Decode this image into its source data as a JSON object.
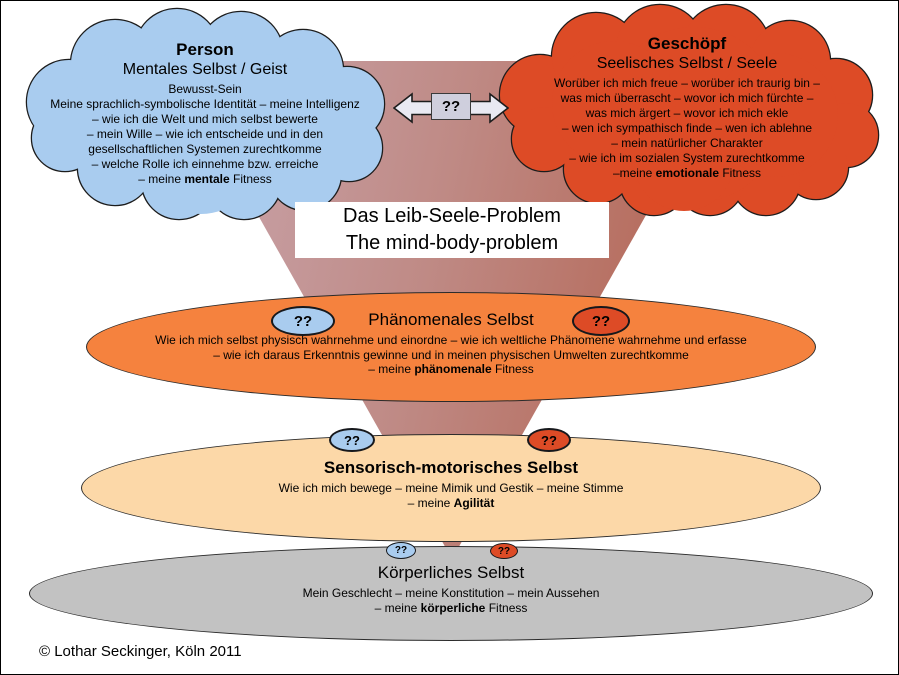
{
  "palette": {
    "cloud_blue": "#A9CCEF",
    "cloud_red": "#DD4B26",
    "band_orange": "#F5823E",
    "band_peach": "#FCD8A8",
    "band_gray": "#C2C2C2",
    "triangle_left": "#C9A4AB",
    "triangle_right": "#B25F4B"
  },
  "mental_cloud": {
    "title": "Person",
    "subtitle": "Mentales Selbst / Geist",
    "lines": [
      "Bewusst-Sein",
      "Meine sprachlich-symbolische Identität – meine Intelligenz",
      "– wie ich die Welt und mich selbst bewerte",
      "– mein Wille – wie ich entscheide und in den",
      "gesellschaftlichen Systemen zurechtkomme",
      "– welche Rolle ich einnehme bzw. erreiche"
    ],
    "fitness": {
      "pre": "– meine ",
      "bold": "mentale",
      "post": " Fitness"
    }
  },
  "soul_cloud": {
    "title": "Geschöpf",
    "subtitle": "Seelisches Selbst / Seele",
    "lines": [
      "Worüber ich mich freue – worüber ich traurig bin –",
      "was mich überrascht – wovor ich mich fürchte –",
      "was mich ärgert – wovor ich mich ekle",
      "– wen ich sympathisch finde – wen ich ablehne",
      "– mein natürlicher Charakter",
      "– wie ich im sozialen System zurechtkomme"
    ],
    "fitness": {
      "pre": "–meine ",
      "bold": "emotionale",
      "post": " Fitness"
    }
  },
  "arrow": {
    "label": "??"
  },
  "title_box": {
    "line1": "Das Leib-Seele-Problem",
    "line2": "The mind-body-problem"
  },
  "phenomenal": {
    "badges": [
      "??",
      "??"
    ],
    "title": "Phänomenales Selbst",
    "lines": [
      "Wie ich mich selbst physisch wahrnehme und einordne – wie ich weltliche Phänomene wahrnehme und erfasse",
      "– wie ich daraus Erkenntnis gewinne und in meinen physischen Umwelten zurechtkomme"
    ],
    "fitness": {
      "pre": "– meine ",
      "bold": "phänomenale",
      "post": " Fitness"
    }
  },
  "sensomotor": {
    "badges": [
      "??",
      "??"
    ],
    "title": "Sensorisch-motorisches Selbst",
    "lines": [
      "Wie ich mich bewege – meine Mimik und Gestik – meine Stimme"
    ],
    "fitness": {
      "pre": "– meine ",
      "bold": "Agilität",
      "post": ""
    }
  },
  "bodily": {
    "badges": [
      "??",
      "??"
    ],
    "title": "Körperliches Selbst",
    "lines": [
      "Mein Geschlecht – meine Konstitution – mein Aussehen"
    ],
    "fitness": {
      "pre": "– meine ",
      "bold": "körperliche",
      "post": " Fitness"
    }
  },
  "footer": {
    "copyright": "© Lothar Seckinger, Köln 2011"
  }
}
